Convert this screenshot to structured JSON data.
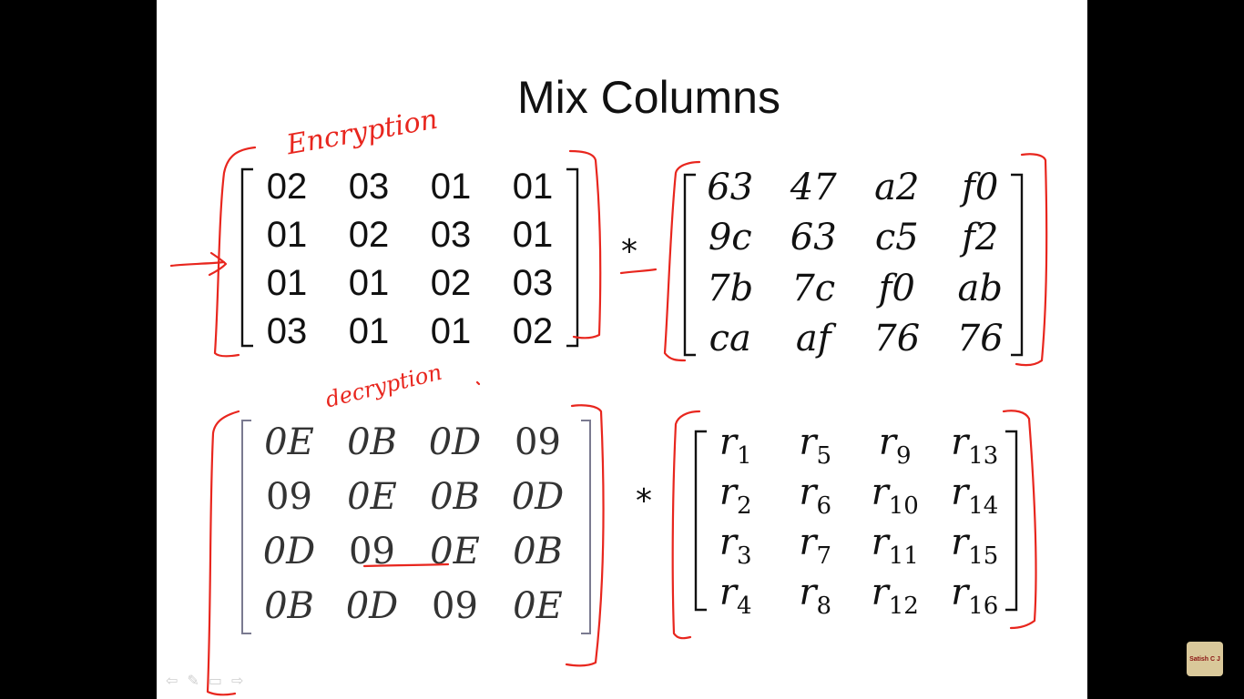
{
  "slide": {
    "title": "Mix Columns",
    "multiply_symbol": "*",
    "annotations": {
      "encryption": "Encryption",
      "decryption": "decryption"
    }
  },
  "encryption_matrix": [
    [
      "02",
      "03",
      "01",
      "01"
    ],
    [
      "01",
      "02",
      "03",
      "01"
    ],
    [
      "01",
      "01",
      "02",
      "03"
    ],
    [
      "03",
      "01",
      "01",
      "02"
    ]
  ],
  "state_matrix": [
    [
      "63",
      "47",
      "a2",
      "f0"
    ],
    [
      "9c",
      "63",
      "c5",
      "f2"
    ],
    [
      "7b",
      "7c",
      "f0",
      "ab"
    ],
    [
      "ca",
      "af",
      "76",
      "76"
    ]
  ],
  "decryption_matrix": [
    [
      "0E",
      "0B",
      "0D",
      "09"
    ],
    [
      "09",
      "0E",
      "0B",
      "0D"
    ],
    [
      "0D",
      "09",
      "0E",
      "0B"
    ],
    [
      "0B",
      "0D",
      "09",
      "0E"
    ]
  ],
  "r_matrix": [
    [
      {
        "v": "r",
        "s": "1"
      },
      {
        "v": "r",
        "s": "5"
      },
      {
        "v": "r",
        "s": "9"
      },
      {
        "v": "r",
        "s": "13"
      }
    ],
    [
      {
        "v": "r",
        "s": "2"
      },
      {
        "v": "r",
        "s": "6"
      },
      {
        "v": "r",
        "s": "10"
      },
      {
        "v": "r",
        "s": "14"
      }
    ],
    [
      {
        "v": "r",
        "s": "3"
      },
      {
        "v": "r",
        "s": "7"
      },
      {
        "v": "r",
        "s": "11"
      },
      {
        "v": "r",
        "s": "15"
      }
    ],
    [
      {
        "v": "r",
        "s": "4"
      },
      {
        "v": "r",
        "s": "8"
      },
      {
        "v": "r",
        "s": "12"
      },
      {
        "v": "r",
        "s": "16"
      }
    ]
  ],
  "badge": {
    "label": "Satish C J"
  },
  "nav": {
    "prev": "⇦",
    "pen": "✎",
    "menu": "▭",
    "next": "⇨"
  },
  "colors": {
    "ink": "#e8261e",
    "slide_background": "#ffffff",
    "frame_background": "#000000",
    "badge_background": "#d9c89a"
  }
}
